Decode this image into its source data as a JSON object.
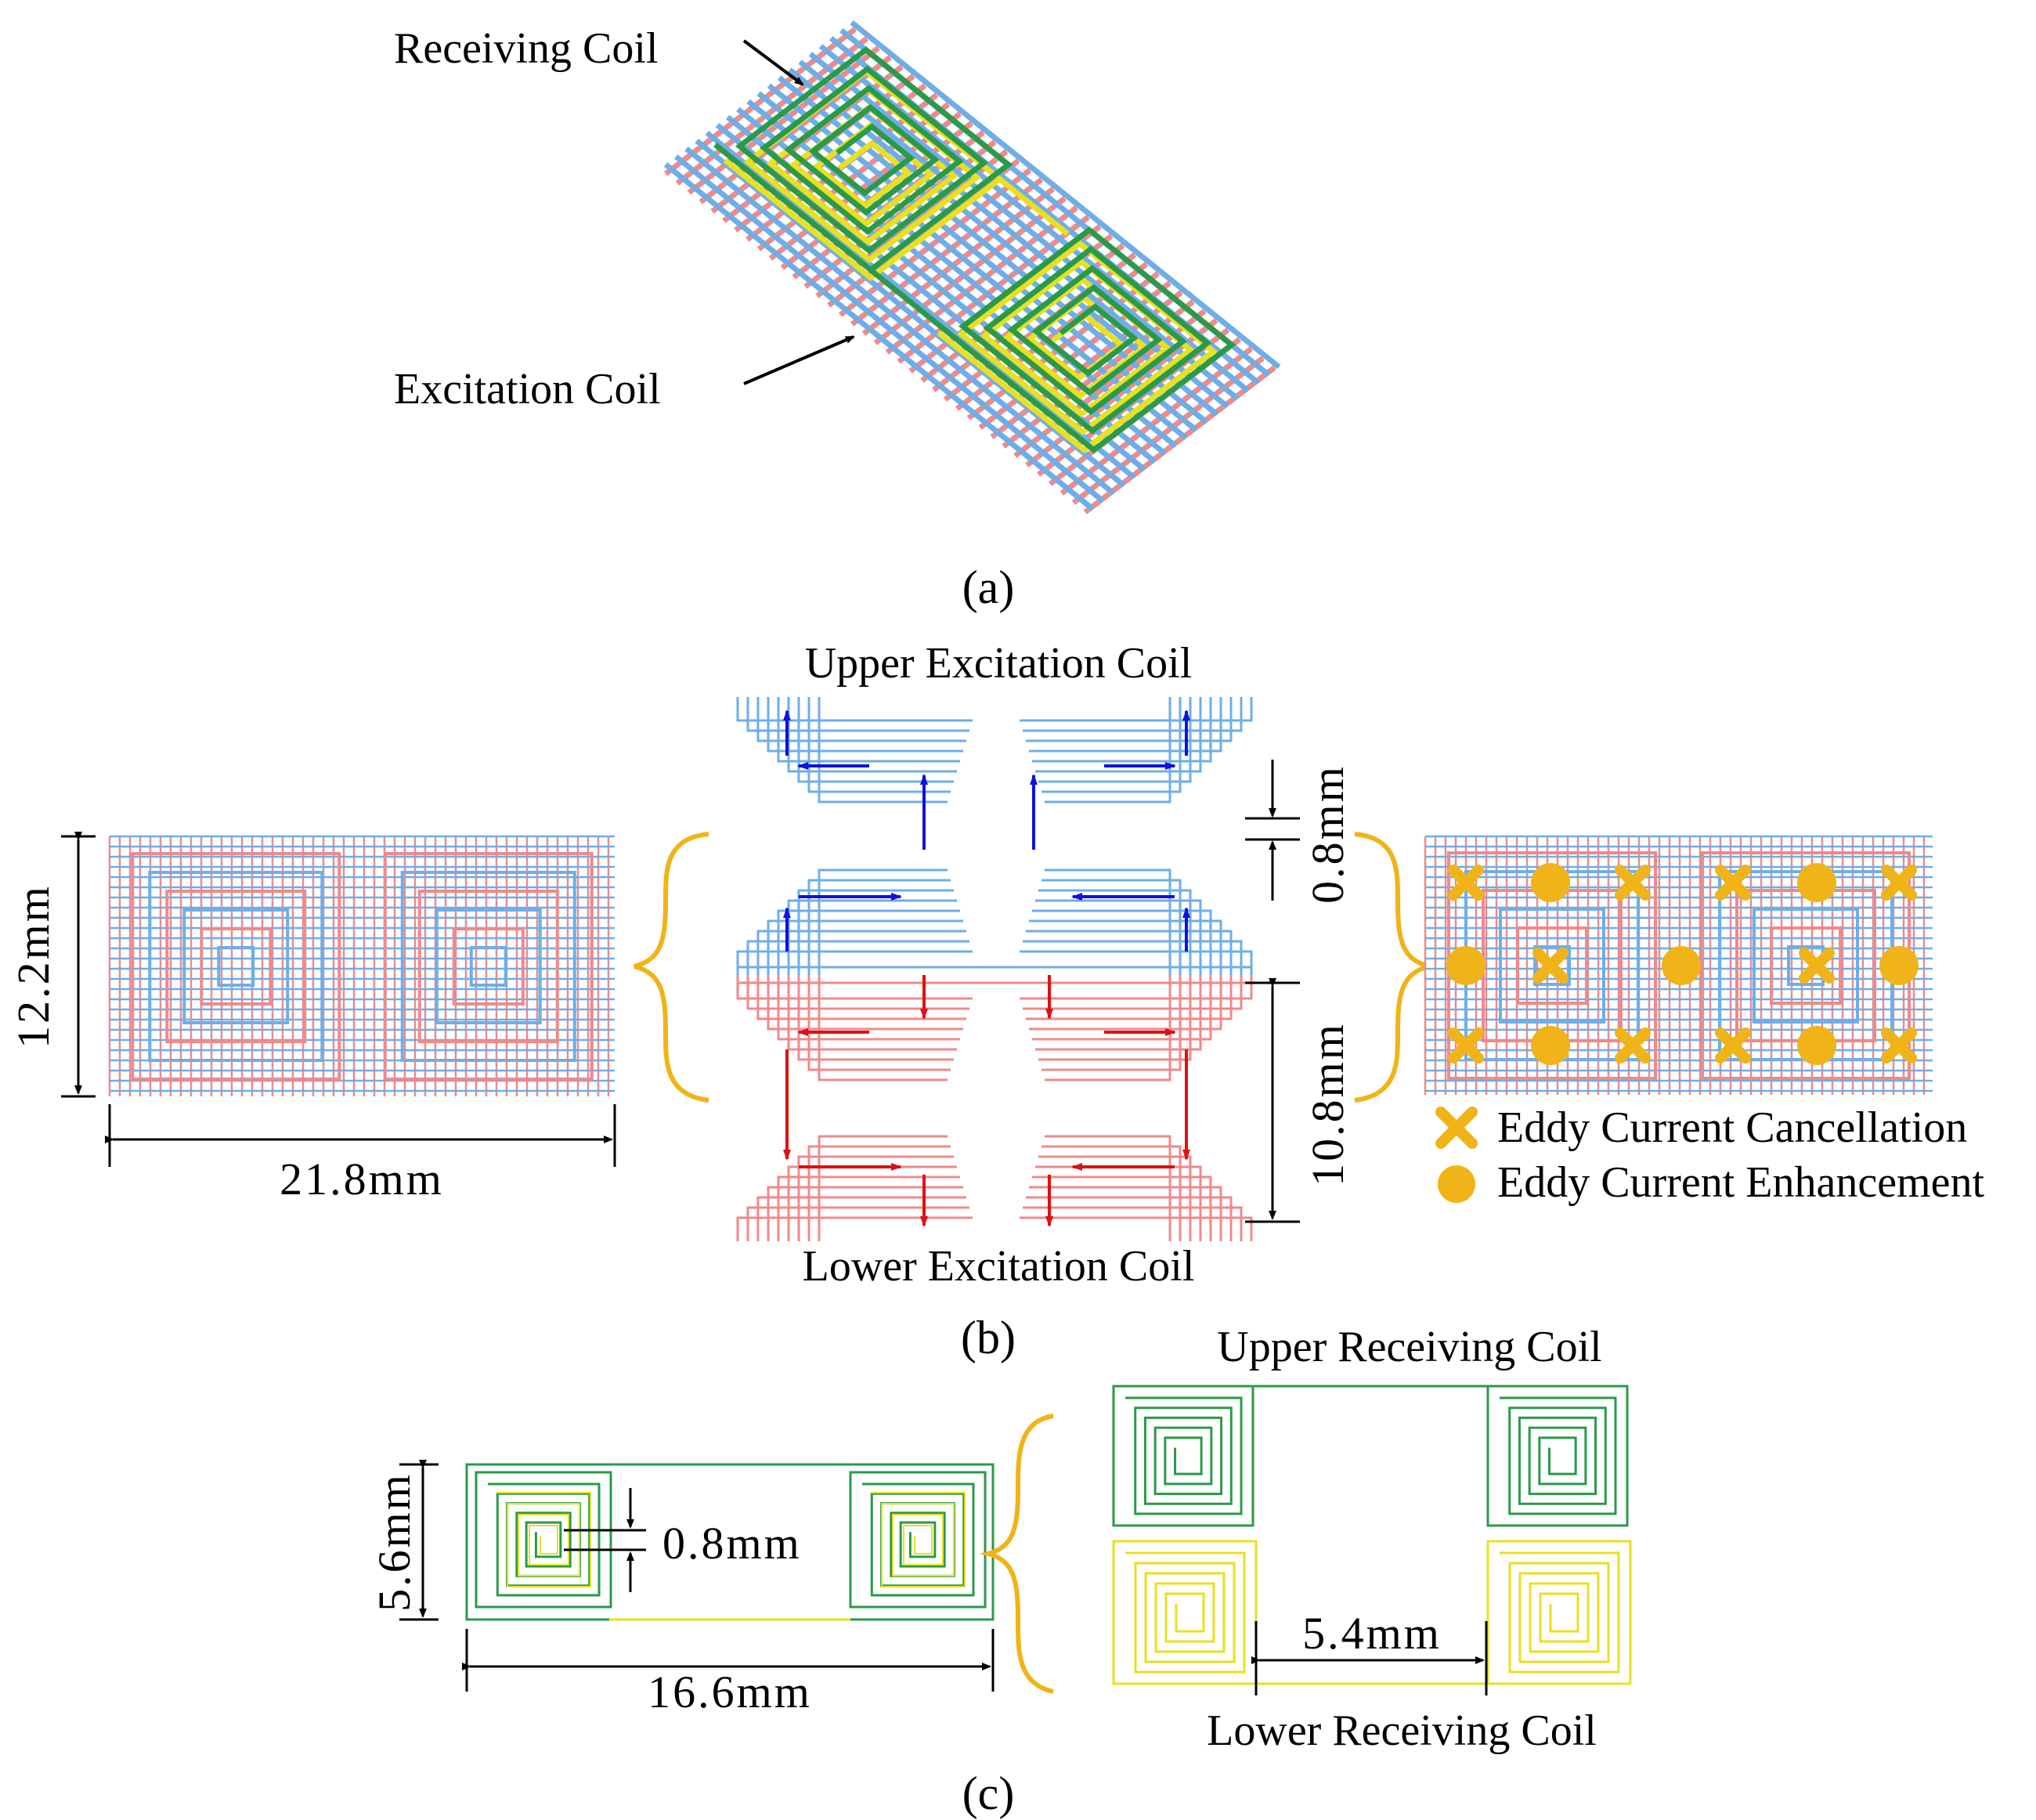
{
  "panel_a": {
    "receiving_coil_label": "Receiving Coil",
    "excitation_coil_label": "Excitation Coil",
    "caption": "(a)"
  },
  "panel_b": {
    "upper_title": "Upper Excitation Coil",
    "lower_title": "Lower Excitation Coil",
    "dim_height": "12.2mm",
    "dim_width": "21.8mm",
    "dim_gap": "0.8mm",
    "dim_lower_height": "10.8mm",
    "legend_cancellation": "Eddy Current Cancellation",
    "legend_enhancement": "Eddy Current Enhancement",
    "caption": "(b)"
  },
  "panel_c": {
    "upper_title": "Upper Receiving Coil",
    "lower_title": "Lower Receiving Coil",
    "dim_height": "5.6mm",
    "dim_width": "16.6mm",
    "dim_pitch": "0.8mm",
    "dim_spacing": "5.4mm",
    "caption": "(c)"
  },
  "colors": {
    "upper_excitation": "#6eaee8",
    "lower_excitation": "#f0898b",
    "upper_receiving": "#2a9a4a",
    "lower_receiving": "#e8e020",
    "arrow_blue": "#1010e0",
    "arrow_red": "#e01010",
    "marker": "#f0b418"
  }
}
